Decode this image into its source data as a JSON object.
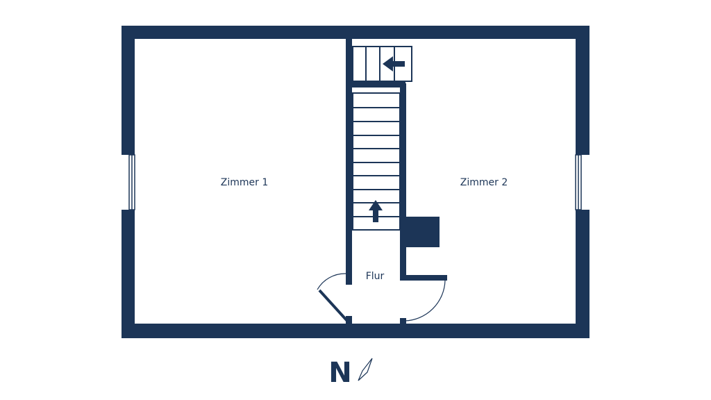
{
  "plan": {
    "wall_color": "#1c3557",
    "background": "#ffffff",
    "rooms": {
      "left": "Zimmer 1",
      "right": "Zimmer 2",
      "hall": "Flur"
    },
    "north": "N"
  }
}
